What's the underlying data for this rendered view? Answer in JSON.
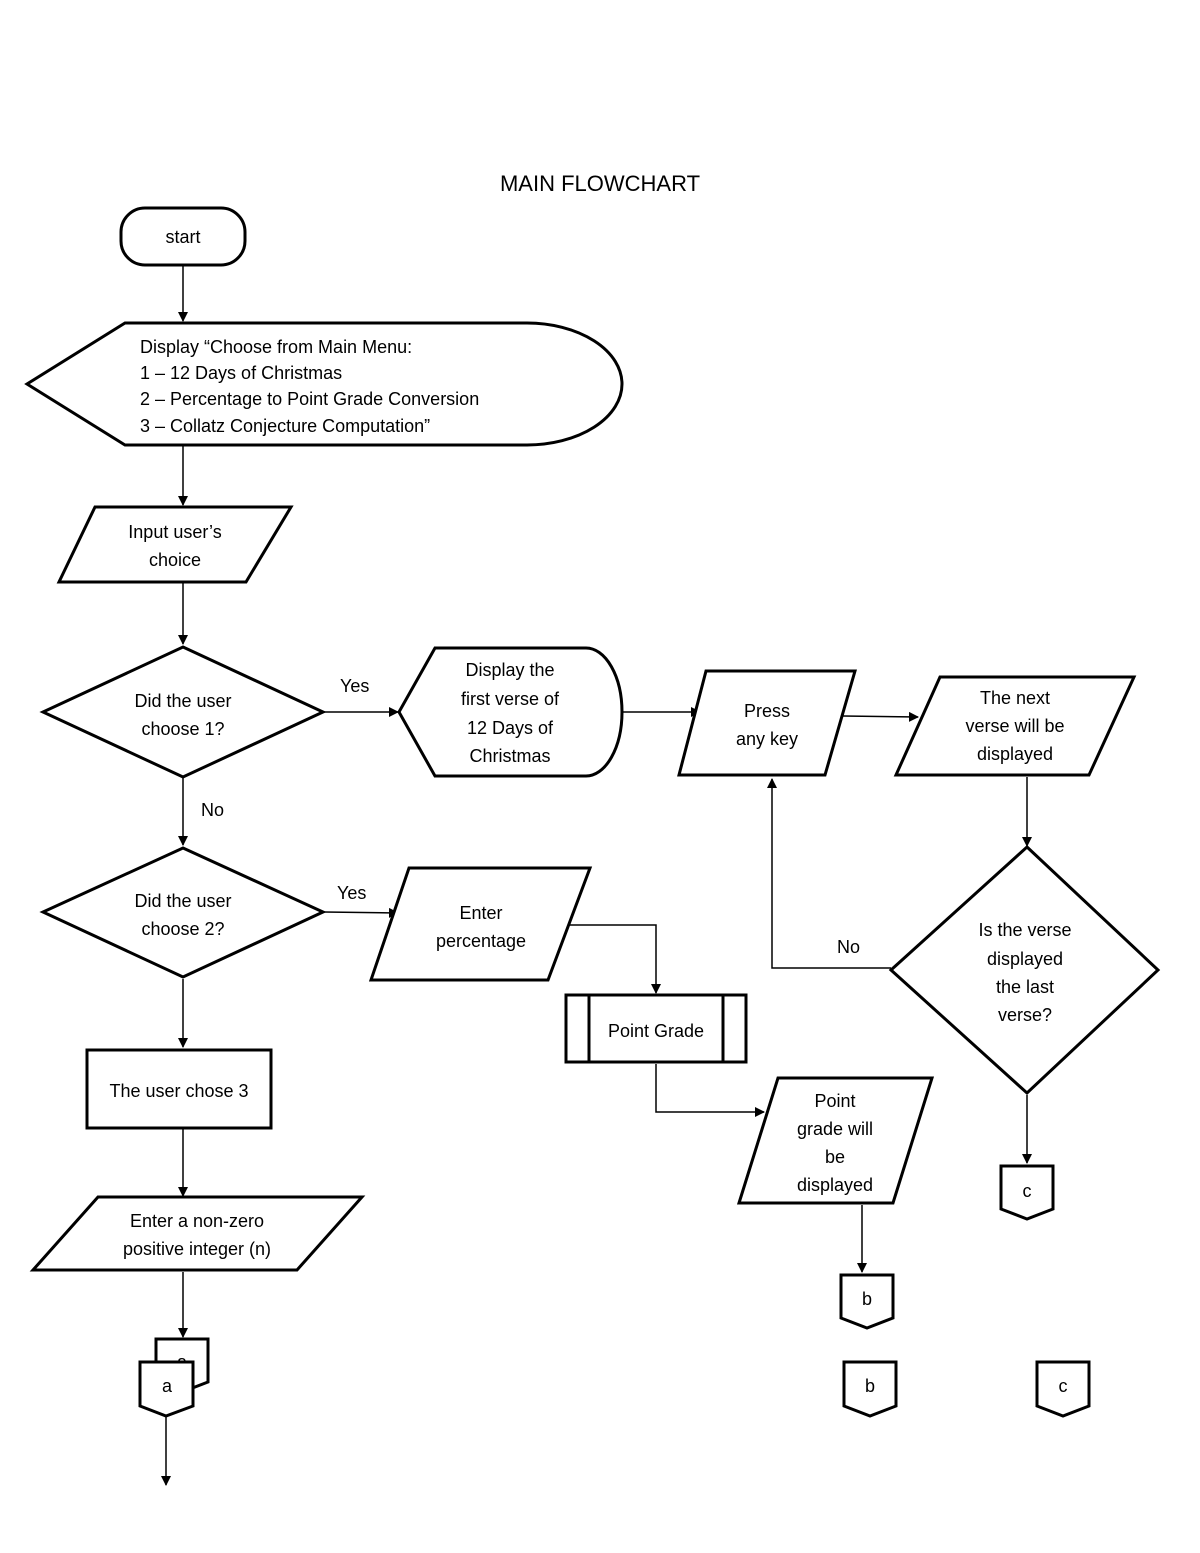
{
  "title": "MAIN FLOWCHART",
  "nodes": {
    "start": [
      "start"
    ],
    "menu": [
      "Display “Choose from Main Menu:",
      "1 – 12 Days of Christmas",
      "2 – Percentage to Point Grade Conversion",
      "3 – Collatz Conjecture Computation”"
    ],
    "input_choice": [
      "Input user’s",
      "choice"
    ],
    "decision_1": [
      "Did the user",
      "choose 1?"
    ],
    "first_verse": [
      "Display the",
      "first verse of",
      "12 Days of",
      "Christmas"
    ],
    "press_key": [
      "Press",
      "any key"
    ],
    "next_verse": [
      "The next",
      "verse will be",
      "displayed"
    ],
    "last_verse_decision": [
      "Is the verse",
      "displayed",
      "the last",
      "verse?"
    ],
    "decision_2": [
      "Did the user",
      "choose 2?"
    ],
    "enter_percentage": [
      "Enter",
      "percentage"
    ],
    "point_grade_process": [
      "Point Grade"
    ],
    "point_grade_output": [
      "Point",
      "grade will",
      "be",
      "displayed"
    ],
    "user_chose_3": [
      "The user chose 3"
    ],
    "enter_integer": [
      "Enter a non-zero",
      "positive integer (n)"
    ]
  },
  "edge_labels": {
    "d1_yes": "Yes",
    "d1_no": "No",
    "d2_yes": "Yes",
    "verse_no": "No"
  },
  "connectors": {
    "a_back": "a",
    "a_front": "a",
    "b_top": "b",
    "b_bottom": "b",
    "c_top": "c",
    "c_bottom": "c"
  }
}
